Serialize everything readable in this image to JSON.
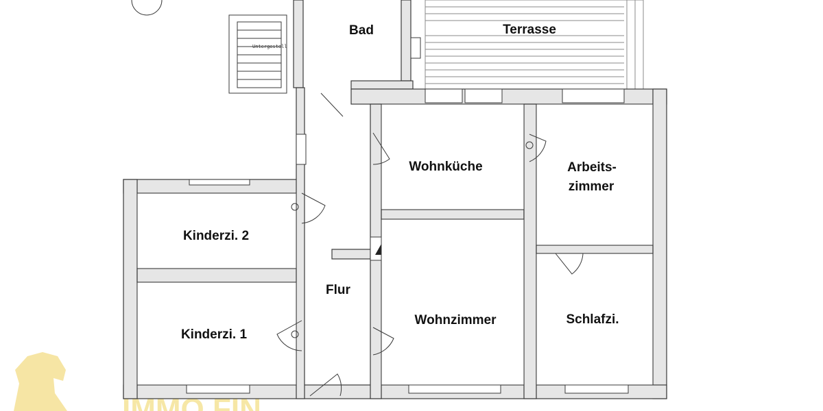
{
  "plan": {
    "rooms": {
      "bad": "Bad",
      "terrasse": "Terrasse",
      "wohnkueche": "Wohnküche",
      "arbeitszimmer_line1": "Arbeits-",
      "arbeitszimmer_line2": "zimmer",
      "kinderzimmer2": "Kinderzi. 2",
      "flur": "Flur",
      "wohnzimmer": "Wohnzimmer",
      "schlafzimmer": "Schlafzi.",
      "kinderzimmer1": "Kinderzi. 1"
    },
    "stair_label": "Untergestell"
  },
  "watermark": {
    "text": "IMMO FIN",
    "color": "#f2d670"
  }
}
